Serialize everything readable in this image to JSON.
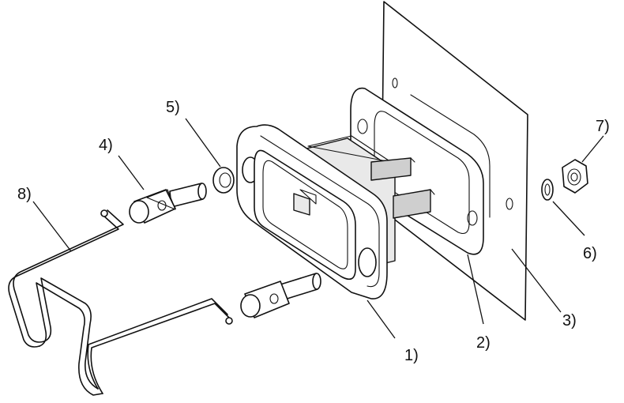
{
  "callouts": [
    {
      "id": "1",
      "text": "1)"
    },
    {
      "id": "2",
      "text": "2)"
    },
    {
      "id": "3",
      "text": "3)"
    },
    {
      "id": "4",
      "text": "4)"
    },
    {
      "id": "5",
      "text": "5)"
    },
    {
      "id": "6",
      "text": "6)"
    },
    {
      "id": "7",
      "text": "7)"
    },
    {
      "id": "8",
      "text": "8)"
    }
  ],
  "colors": {
    "line": "#111111",
    "background": "#ffffff",
    "shade": "#e9e9e9"
  }
}
